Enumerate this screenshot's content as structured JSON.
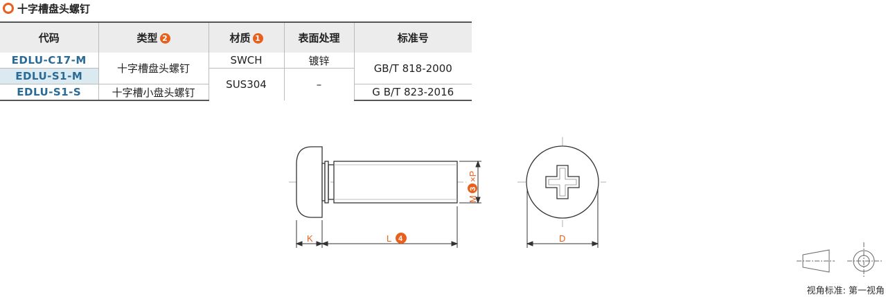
{
  "page_title": "十字槽盘头螺钉",
  "table": {
    "headers": {
      "code": "代码",
      "type": "类型",
      "type_badge": "2",
      "material": "材质",
      "material_badge": "1",
      "surface": "表面处理",
      "standard": "标准号"
    },
    "rows": [
      {
        "code": "EDLU-C17-M"
      },
      {
        "code": "EDLU-S1-M"
      },
      {
        "code": "EDLU-S1-S"
      }
    ],
    "type_values": [
      "十字槽盘头螺钉",
      "十字槽小盘头螺钉"
    ],
    "material_values": [
      "SWCH",
      "SUS304"
    ],
    "surface_values": [
      "镀锌",
      "–"
    ],
    "standard_values": [
      "GB/T 818-2000",
      "G B/T 823-2016"
    ]
  },
  "drawing": {
    "label_k": "K",
    "label_l": "L",
    "label_l_badge": "4",
    "label_d": "D",
    "label_m": "M",
    "label_m_badge": "3",
    "label_xp": "×P"
  },
  "projection_caption": "视角标准: 第一视角",
  "colors": {
    "accent": "#e8601c",
    "code": "#2a6a96",
    "highlight": "#dbe9f1"
  }
}
